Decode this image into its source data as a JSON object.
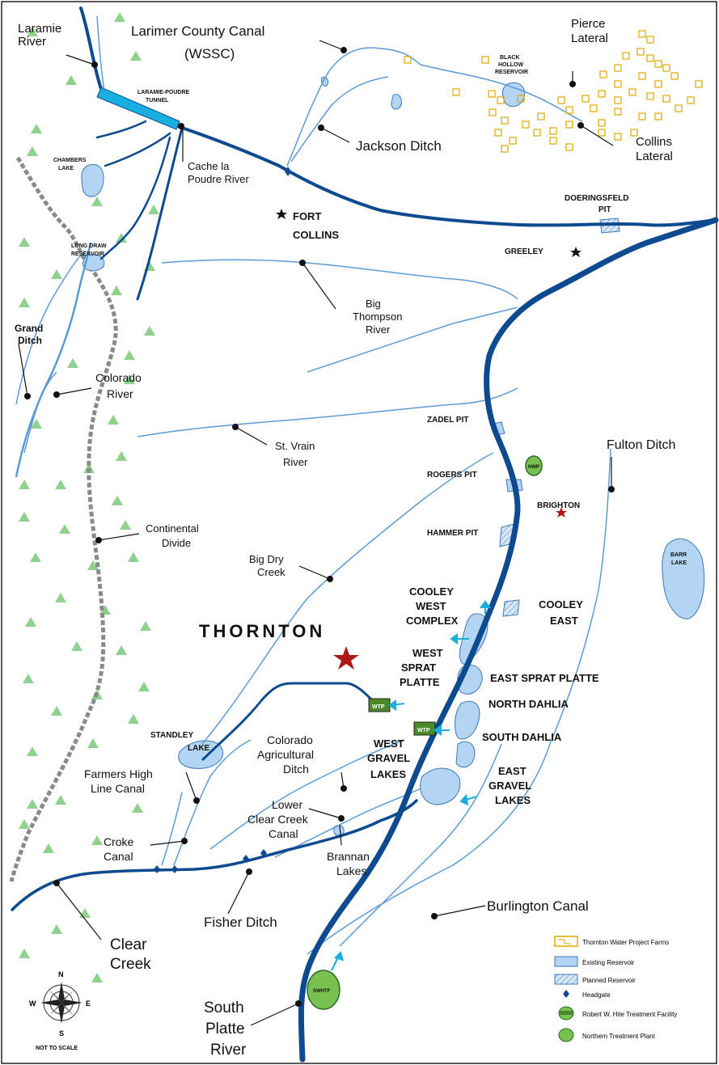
{
  "labels": {
    "larimer_county_canal": "Larimer County Canal",
    "wssc": "(WSSC)",
    "laramie_river_1": "Laramie",
    "laramie_river_2": "River",
    "laramie_poudre_tunnel_1": "LARAMIE-POUDRE",
    "laramie_poudre_tunnel_2": "TUNNEL",
    "cache_la_poudre_1": "Cache la",
    "cache_la_poudre_2": "Poudre River",
    "chambers_lake_1": "CHAMBERS",
    "chambers_lake_2": "LAKE",
    "jackson_ditch": "Jackson Ditch",
    "black_hollow_1": "BLACK",
    "black_hollow_2": "HOLLOW",
    "black_hollow_3": "RESERVOIR",
    "pierce_lateral_1": "Pierce",
    "pierce_lateral_2": "Lateral",
    "collins_lateral_1": "Collins",
    "collins_lateral_2": "Lateral",
    "fort_collins_1": "FORT",
    "fort_collins_2": "COLLINS",
    "doeringsfeld_1": "DOERINGSFELD",
    "doeringsfeld_2": "PIT",
    "greeley": "GREELEY",
    "long_draw_1": "LONG DRAW",
    "long_draw_2": "RESERVOIR",
    "big_thompson_1": "Big",
    "big_thompson_2": "Thompson",
    "big_thompson_3": "River",
    "grand_ditch_1": "Grand",
    "grand_ditch_2": "Ditch",
    "colorado_river_1": "Colorado",
    "colorado_river_2": "River",
    "st_vrain_1": "St. Vrain",
    "st_vrain_2": "River",
    "zadel_pit": "ZADEL PIT",
    "rogers_pit": "ROGERS PIT",
    "hammer_pit": "HAMMER PIT",
    "fulton_ditch": "Fulton Ditch",
    "brighton": "BRIGHTON",
    "nwp": "NWP",
    "continental_divide_1": "Continental",
    "continental_divide_2": "Divide",
    "big_dry_creek_1": "Big Dry",
    "big_dry_creek_2": "Creek",
    "barr_lake_1": "BARR",
    "barr_lake_2": "LAKE",
    "thornton": "THORNTON",
    "cooley_west_1": "COOLEY",
    "cooley_west_2": "WEST",
    "cooley_west_3": "COMPLEX",
    "cooley_east_1": "COOLEY",
    "cooley_east_2": "EAST",
    "west_sprat_1": "WEST",
    "west_sprat_2": "SPRAT",
    "west_sprat_3": "PLATTE",
    "east_sprat_platte": "EAST SPRAT PLATTE",
    "north_dahlia": "NORTH DAHLIA",
    "south_dahlia": "SOUTH DAHLIA",
    "wtp": "WTP",
    "standley_1": "STANDLEY",
    "standley_2": "LAKE",
    "colorado_ag_1": "Colorado",
    "colorado_ag_2": "Agricultural",
    "colorado_ag_3": "Ditch",
    "west_gravel_1": "WEST",
    "west_gravel_2": "GRAVEL",
    "west_gravel_3": "LAKES",
    "east_gravel_1": "EAST",
    "east_gravel_2": "GRAVEL",
    "east_gravel_3": "LAKES",
    "farmers_1": "Farmers High",
    "farmers_2": "Line Canal",
    "lower_clear_1": "Lower",
    "lower_clear_2": "Clear Creek",
    "lower_clear_3": "Canal",
    "croke_1": "Croke",
    "croke_2": "Canal",
    "brannan_1": "Brannan",
    "brannan_2": "Lakes",
    "fisher_ditch": "Fisher Ditch",
    "burlington_canal": "Burlington Canal",
    "clear_creek_1": "Clear",
    "clear_creek_2": "Creek",
    "south_platte_1": "South",
    "south_platte_2": "Platte",
    "south_platte_3": "River",
    "swhtf": "SWHTF",
    "compass_n": "N",
    "compass_s": "S",
    "compass_e": "E",
    "compass_w": "W",
    "not_to_scale": "NOT TO SCALE"
  },
  "legend": {
    "items": [
      "Thornton Water Project Farms",
      "Existing Reservoir",
      "Planned Reservoir",
      "Headgate",
      "Robert W. Hite Treatment Facility",
      "Northern Treatment Plant"
    ]
  },
  "colors": {
    "main_river": "#0d4a8f",
    "tributary": "#5b9bd5",
    "lake_fill": "#b3d4f2",
    "mountain": "#8fd18f",
    "divide": "#8a8a8a",
    "farm": "#e0a800",
    "headgate_arrow": "#19aee0",
    "star": "#b01818",
    "plant_fill": "#78c050"
  }
}
